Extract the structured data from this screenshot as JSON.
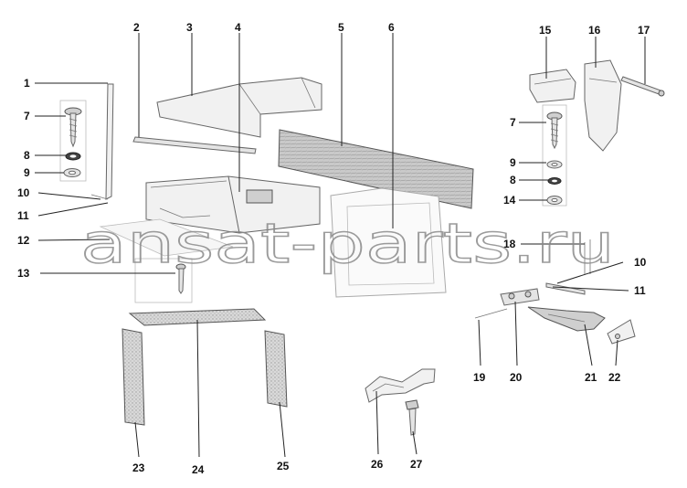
{
  "watermark": "ansat-parts.ru",
  "top_right_mark": "",
  "labels": {
    "1": "1",
    "2": "2",
    "3": "3",
    "4": "4",
    "5": "5",
    "6": "6",
    "7a": "7",
    "8a": "8",
    "9a": "9",
    "10a": "10",
    "11a": "11",
    "12": "12",
    "13": "13",
    "15": "15",
    "16": "16",
    "17": "17",
    "7b": "7",
    "9b": "9",
    "8b": "8",
    "14": "14",
    "18": "18",
    "10b": "10",
    "11b": "11",
    "19": "19",
    "20": "20",
    "21": "21",
    "22": "22",
    "23": "23",
    "24": "24",
    "25": "25",
    "26": "26",
    "27": "27"
  },
  "icons": [
    "screw-icon",
    "spring-washer-icon",
    "flat-washer-icon",
    "hinge-icon",
    "handle-icon",
    "bolt-icon"
  ]
}
